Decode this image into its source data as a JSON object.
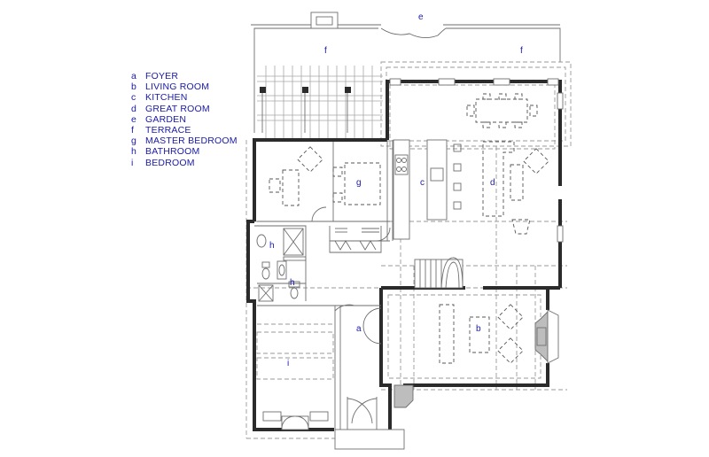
{
  "legend": [
    {
      "key": "a",
      "label": "FOYER"
    },
    {
      "key": "b",
      "label": "LIVING ROOM"
    },
    {
      "key": "c",
      "label": "KITCHEN"
    },
    {
      "key": "d",
      "label": "GREAT ROOM"
    },
    {
      "key": "e",
      "label": "GARDEN"
    },
    {
      "key": "f",
      "label": "TERRACE"
    },
    {
      "key": "g",
      "label": "MASTER BEDROOM"
    },
    {
      "key": "h",
      "label": "BATHROOM"
    },
    {
      "key": "i",
      "label": "BEDROOM"
    }
  ],
  "room_labels": {
    "a": "a",
    "b": "b",
    "c": "c",
    "d": "d",
    "e": "e",
    "f_left": "f",
    "f_right": "f",
    "g": "g",
    "h_upper": "h",
    "h_lower": "h",
    "i": "i"
  },
  "colors": {
    "label_blue": "#1a1aa8",
    "wall": "#2b2b2b",
    "line": "#6e6e6e",
    "dashed": "#9a9a9a",
    "fireplace_fill": "#bdbdbd"
  }
}
